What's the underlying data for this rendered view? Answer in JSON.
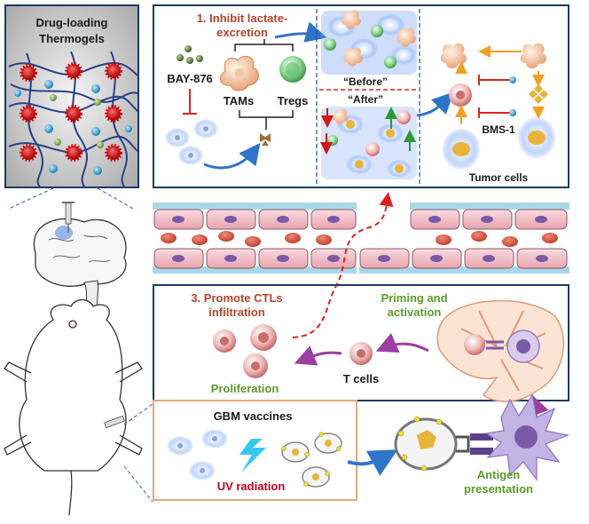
{
  "thermogel": {
    "title_line1": "Drug-loading",
    "title_line2": "Thermogels"
  },
  "step1": {
    "title_line1": "1. Inhibit lactate-",
    "title_line2": "excretion",
    "drug": "BAY-876",
    "tams": "TAMs",
    "tregs": "Tregs",
    "before": "“Before”",
    "after": "“After”",
    "bms": "BMS-1",
    "tumor": "Tumor cells"
  },
  "step3": {
    "title_line1": "3. Promote  CTLs",
    "title_line2": "infiltration",
    "proliferation": "Proliferation",
    "tcells": "T cells",
    "priming_line1": "Priming and",
    "priming_line2": "activation"
  },
  "vaccine": {
    "title": "GBM vaccines",
    "uv": "UV radiation",
    "antigen_line1": "Antigen",
    "antigen_line2": "presentation"
  },
  "colors": {
    "frame": "#1f3864",
    "step_title": "#b5432b",
    "green_label": "#5a9a2a",
    "uv_label": "#c0001a",
    "vaccine_border": "#e8a878"
  }
}
